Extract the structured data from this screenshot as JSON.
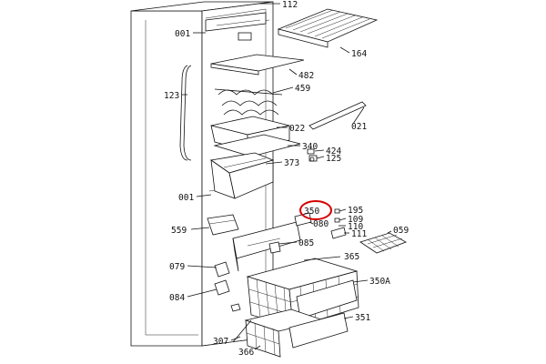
{
  "diagram": {
    "labels": {
      "l112": "112",
      "l001_top": "001",
      "l164": "164",
      "l482": "482",
      "l123": "123",
      "l459": "459",
      "l022": "022",
      "l021": "021",
      "l340": "340",
      "l424": "424",
      "l125": "125",
      "l373": "373",
      "l001_mid": "001",
      "l195": "195",
      "l350": "350",
      "l109": "109",
      "l080": "080",
      "l110": "110",
      "l111": "111",
      "l059": "059",
      "l559": "559",
      "l085": "085",
      "l365": "365",
      "l079": "079",
      "l350A": "350A",
      "l084": "084",
      "l351": "351",
      "l307": "307",
      "l366": "366"
    },
    "highlight_color": "#d40000",
    "line_color": "#111111"
  }
}
